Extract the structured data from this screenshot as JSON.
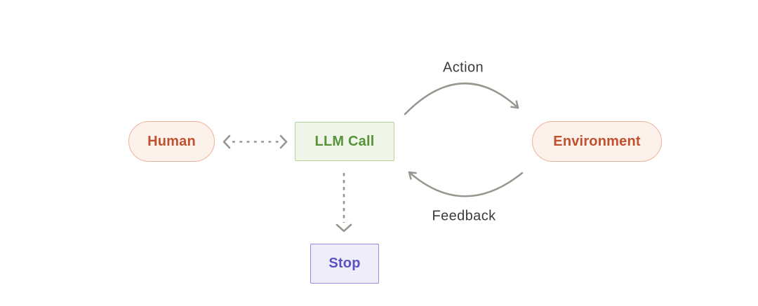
{
  "diagram": {
    "type": "flow-diagram",
    "nodes": {
      "human": {
        "label": "Human",
        "shape": "pill"
      },
      "llm_call": {
        "label": "LLM Call",
        "shape": "rectangle"
      },
      "environment": {
        "label": "Environment",
        "shape": "pill"
      },
      "stop": {
        "label": "Stop",
        "shape": "rectangle"
      }
    },
    "edges": {
      "human_llm": {
        "label": "",
        "style": "dashed",
        "direction": "bidirectional",
        "from": "human",
        "to": "llm_call"
      },
      "action": {
        "label": "Action",
        "style": "solid-curve",
        "from": "llm_call",
        "to": "environment"
      },
      "feedback": {
        "label": "Feedback",
        "style": "solid-curve",
        "from": "environment",
        "to": "llm_call"
      },
      "llm_stop": {
        "label": "",
        "style": "dashed",
        "direction": "one-way",
        "from": "llm_call",
        "to": "stop"
      }
    },
    "colors": {
      "background": "#ffffff",
      "human_fill": "#fdf1ec",
      "human_border": "#f0b29a",
      "human_text": "#c0512f",
      "environment_fill": "#fdf1ec",
      "environment_border": "#f0b29a",
      "environment_text": "#c0512f",
      "llm_fill": "#eff5e9",
      "llm_border": "#b7d49e",
      "llm_text": "#56933a",
      "stop_fill": "#eeedf9",
      "stop_border": "#948cda",
      "stop_text": "#5b50c4",
      "arrow_gray": "#98968f",
      "edge_label_text": "#3b3b3b"
    }
  }
}
